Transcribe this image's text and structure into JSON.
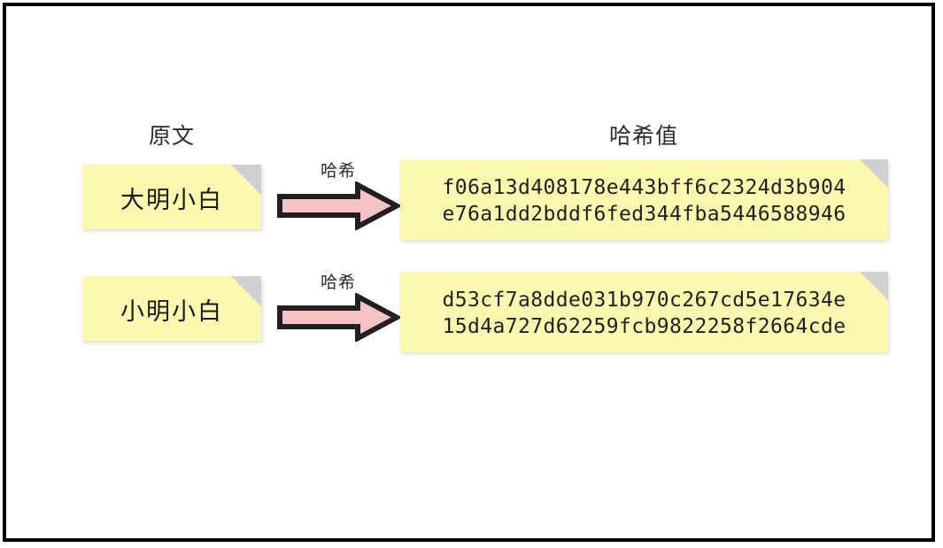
{
  "diagram": {
    "title_columns": {
      "source_label": "原文",
      "hash_label": "哈希值"
    },
    "rows": [
      {
        "source_text": "大明小白",
        "arrow_label": "哈希",
        "hash_line_1": "f06a13d408178e443bff6c2324d3b904",
        "hash_line_2": "e76a1dd2bddf6fed344fba5446588946"
      },
      {
        "source_text": "小明小白",
        "arrow_label": "哈希",
        "hash_line_1": "d53cf7a8dde031b970c267cd5e17634e",
        "hash_line_2": "15d4a727d62259fcb9822258f2664cde"
      }
    ],
    "colors": {
      "note_fill": "#fbf8b0",
      "note_fold": "#d0d0d0",
      "arrow_fill": "#f5c3c3",
      "arrow_outline": "#231f20",
      "frame": "#000000",
      "text": "#231f20",
      "background": "#ffffff"
    }
  }
}
